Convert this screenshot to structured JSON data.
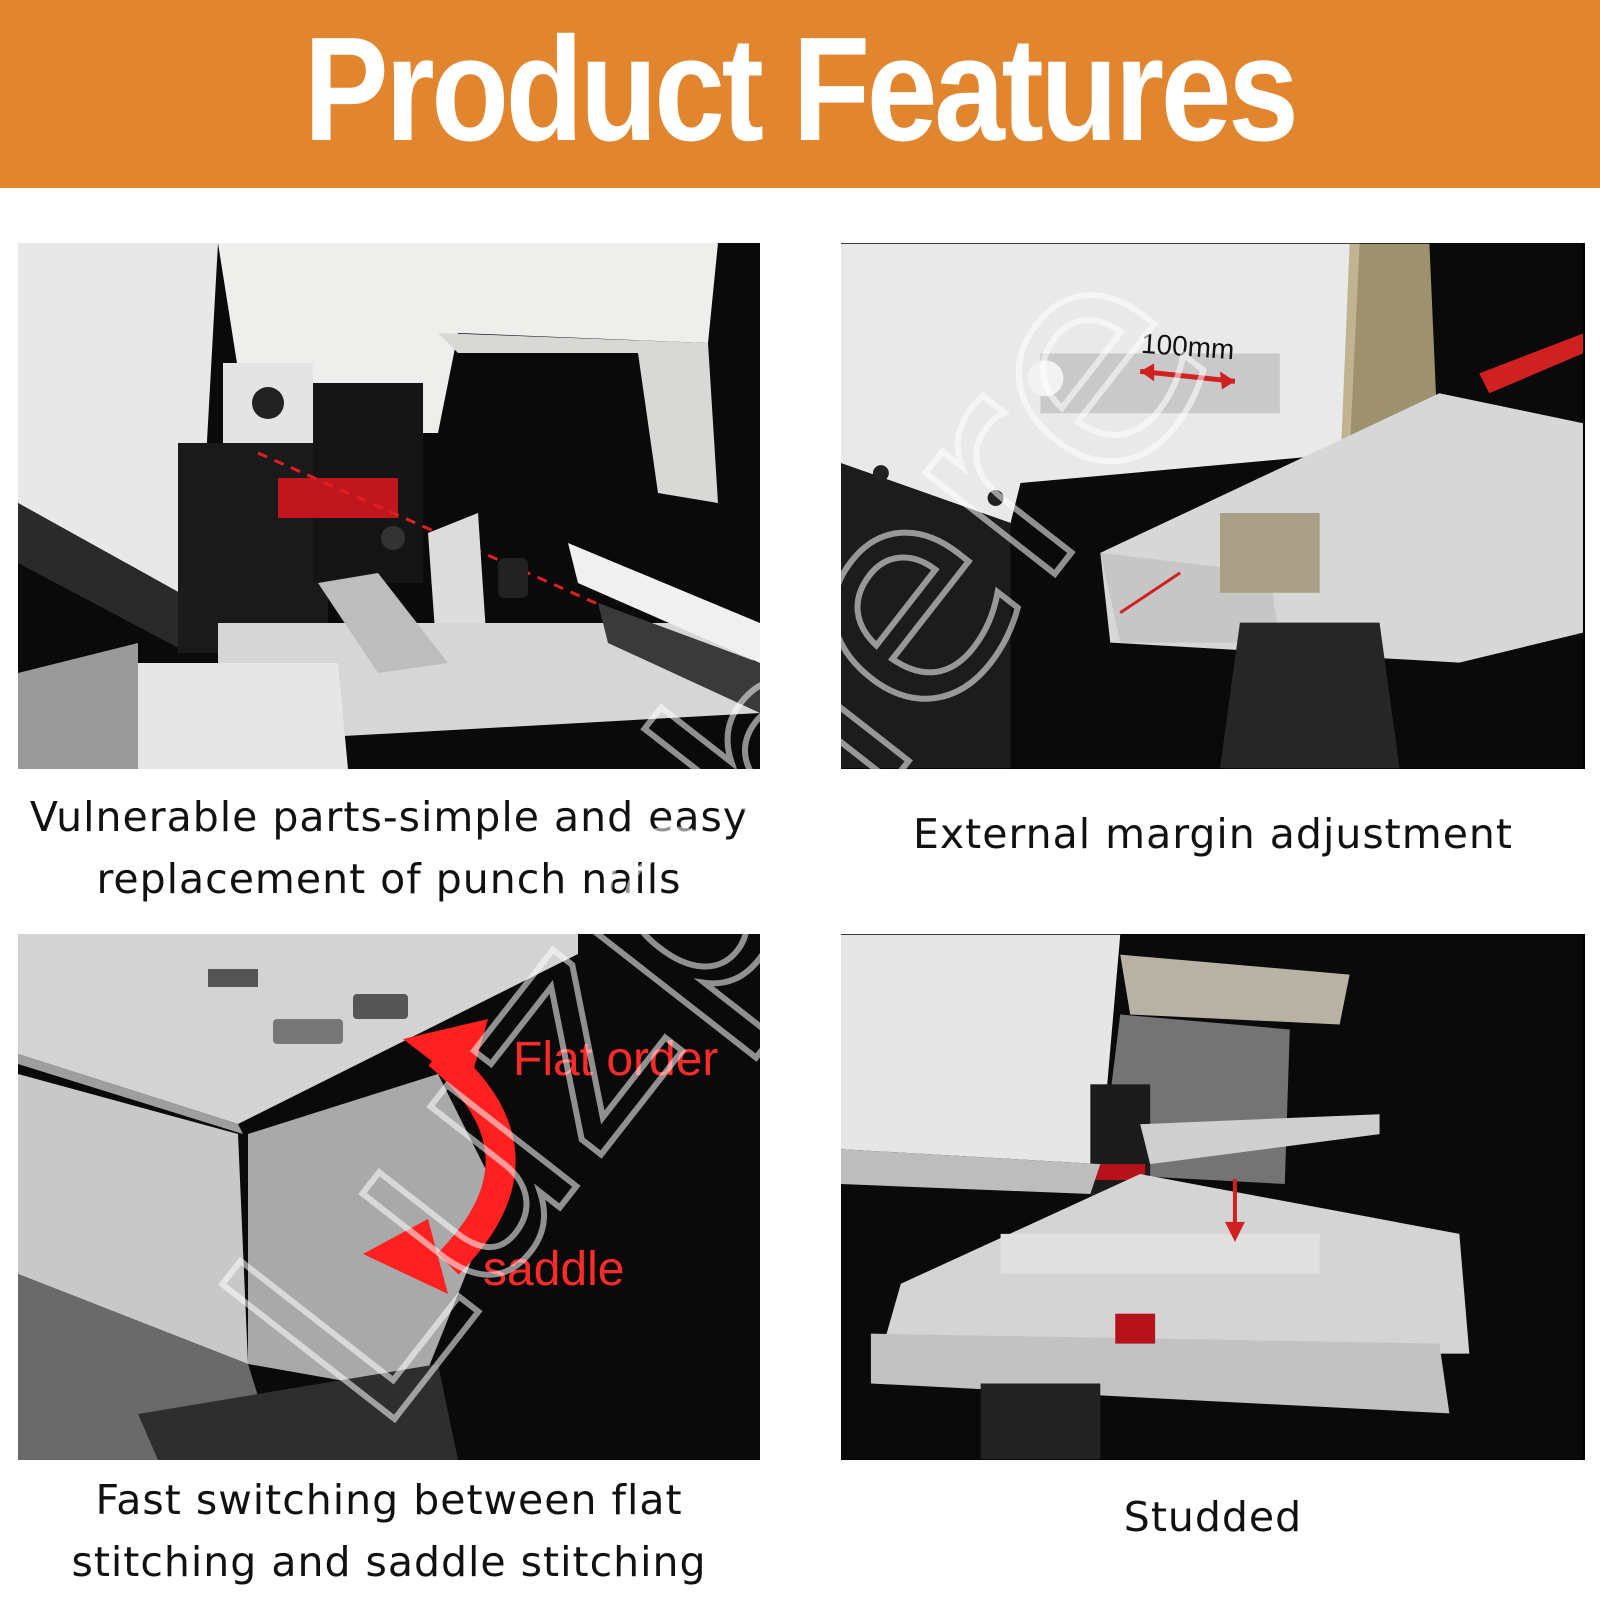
{
  "banner": {
    "title": "Product Features"
  },
  "colors": {
    "banner": "#e2852f",
    "accent_red": "#ff2b2b"
  },
  "panels": [
    {
      "caption": "Vulnerable parts-simple and easy\nreplacement of punch nails"
    },
    {
      "caption": "External margin adjustment",
      "dimension_label": "100mm"
    },
    {
      "caption": "Fast switching between flat\nstitching and saddle stitching",
      "label_top": "Flat order",
      "label_bottom": "saddle"
    },
    {
      "caption": "Studded"
    }
  ],
  "watermark": {
    "text": "Luzphere"
  }
}
